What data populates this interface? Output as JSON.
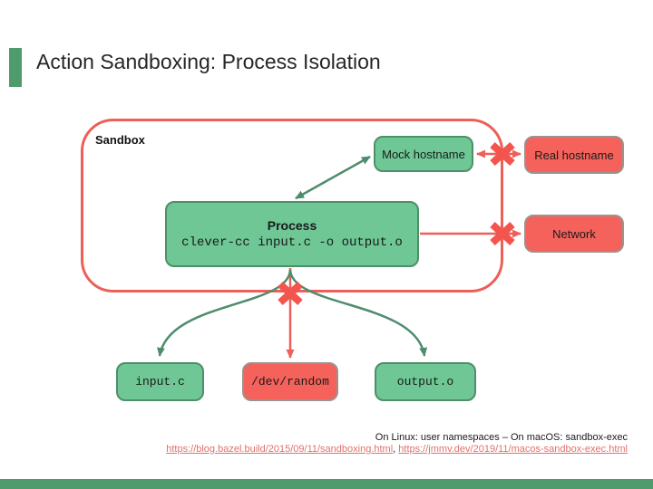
{
  "title": "Action Sandboxing: Process Isolation",
  "diagram": {
    "sandbox_label": "Sandbox",
    "boxes": {
      "mock_hostname": "Mock hostname",
      "real_hostname": "Real hostname",
      "network": "Network",
      "process_title": "Process",
      "process_command": "clever-cc input.c -o output.o",
      "input_file": "input.c",
      "dev_random": "/dev/random",
      "output_file": "output.o"
    }
  },
  "footer": {
    "note": "On Linux: user namespaces – On macOS: sandbox-exec",
    "link1": "https://blog.bazel.build/2015/09/11/sandboxing.html",
    "separator": ", ",
    "link2": "https://jmmv.dev/2019/11/macos-sandbox-exec.html"
  },
  "colors": {
    "accent_green": "#4f9b6e",
    "box_green_fill": "#6ec795",
    "box_green_border": "#4f8f68",
    "box_red_fill": "#f4625b",
    "box_red_border": "#9a938f",
    "sandbox_border_red": "#ed5f58",
    "arrow_green": "#4e8c6d",
    "arrow_red": "#ed5f58",
    "blocked_x_red": "#f4544e",
    "link_color": "#e0716b"
  }
}
